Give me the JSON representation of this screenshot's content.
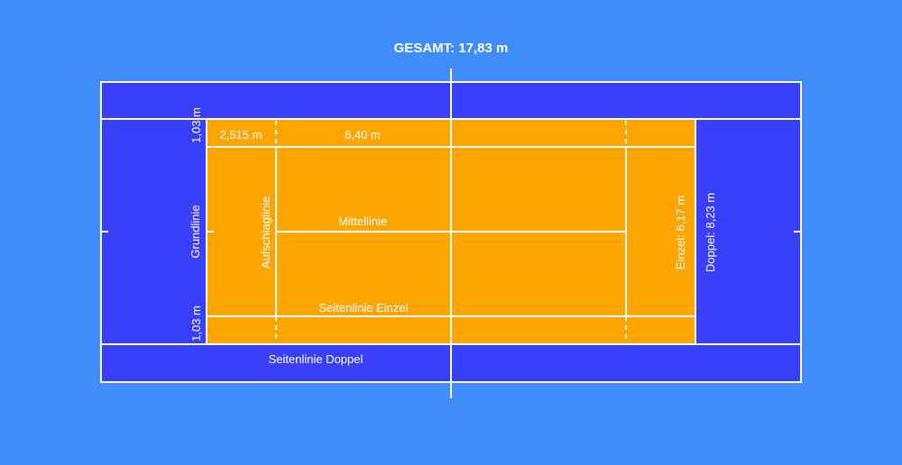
{
  "diagram": {
    "total_label": "GESAMT: 17,83 m",
    "labels": {
      "alley_width_top": "1,03 m",
      "alley_width_bottom": "1,03 m",
      "baseline": "Grundlinie",
      "service_line": "Aufschlaglinie",
      "backcourt_depth": "2,515 m",
      "service_box_depth": "6,40 m",
      "center_line": "Mittellinie",
      "singles_sideline": "Seitenlinie Einzel",
      "doubles_sideline": "Seitenlinie Doppel",
      "singles_width": "Einzel: 6,17 m",
      "doubles_width": "Doppel: 8,23 m"
    },
    "colors": {
      "background": "#408cf8",
      "doubles_area": "#3a3ffa",
      "singles_area": "#ffa500",
      "lines": "#ffffff"
    }
  }
}
